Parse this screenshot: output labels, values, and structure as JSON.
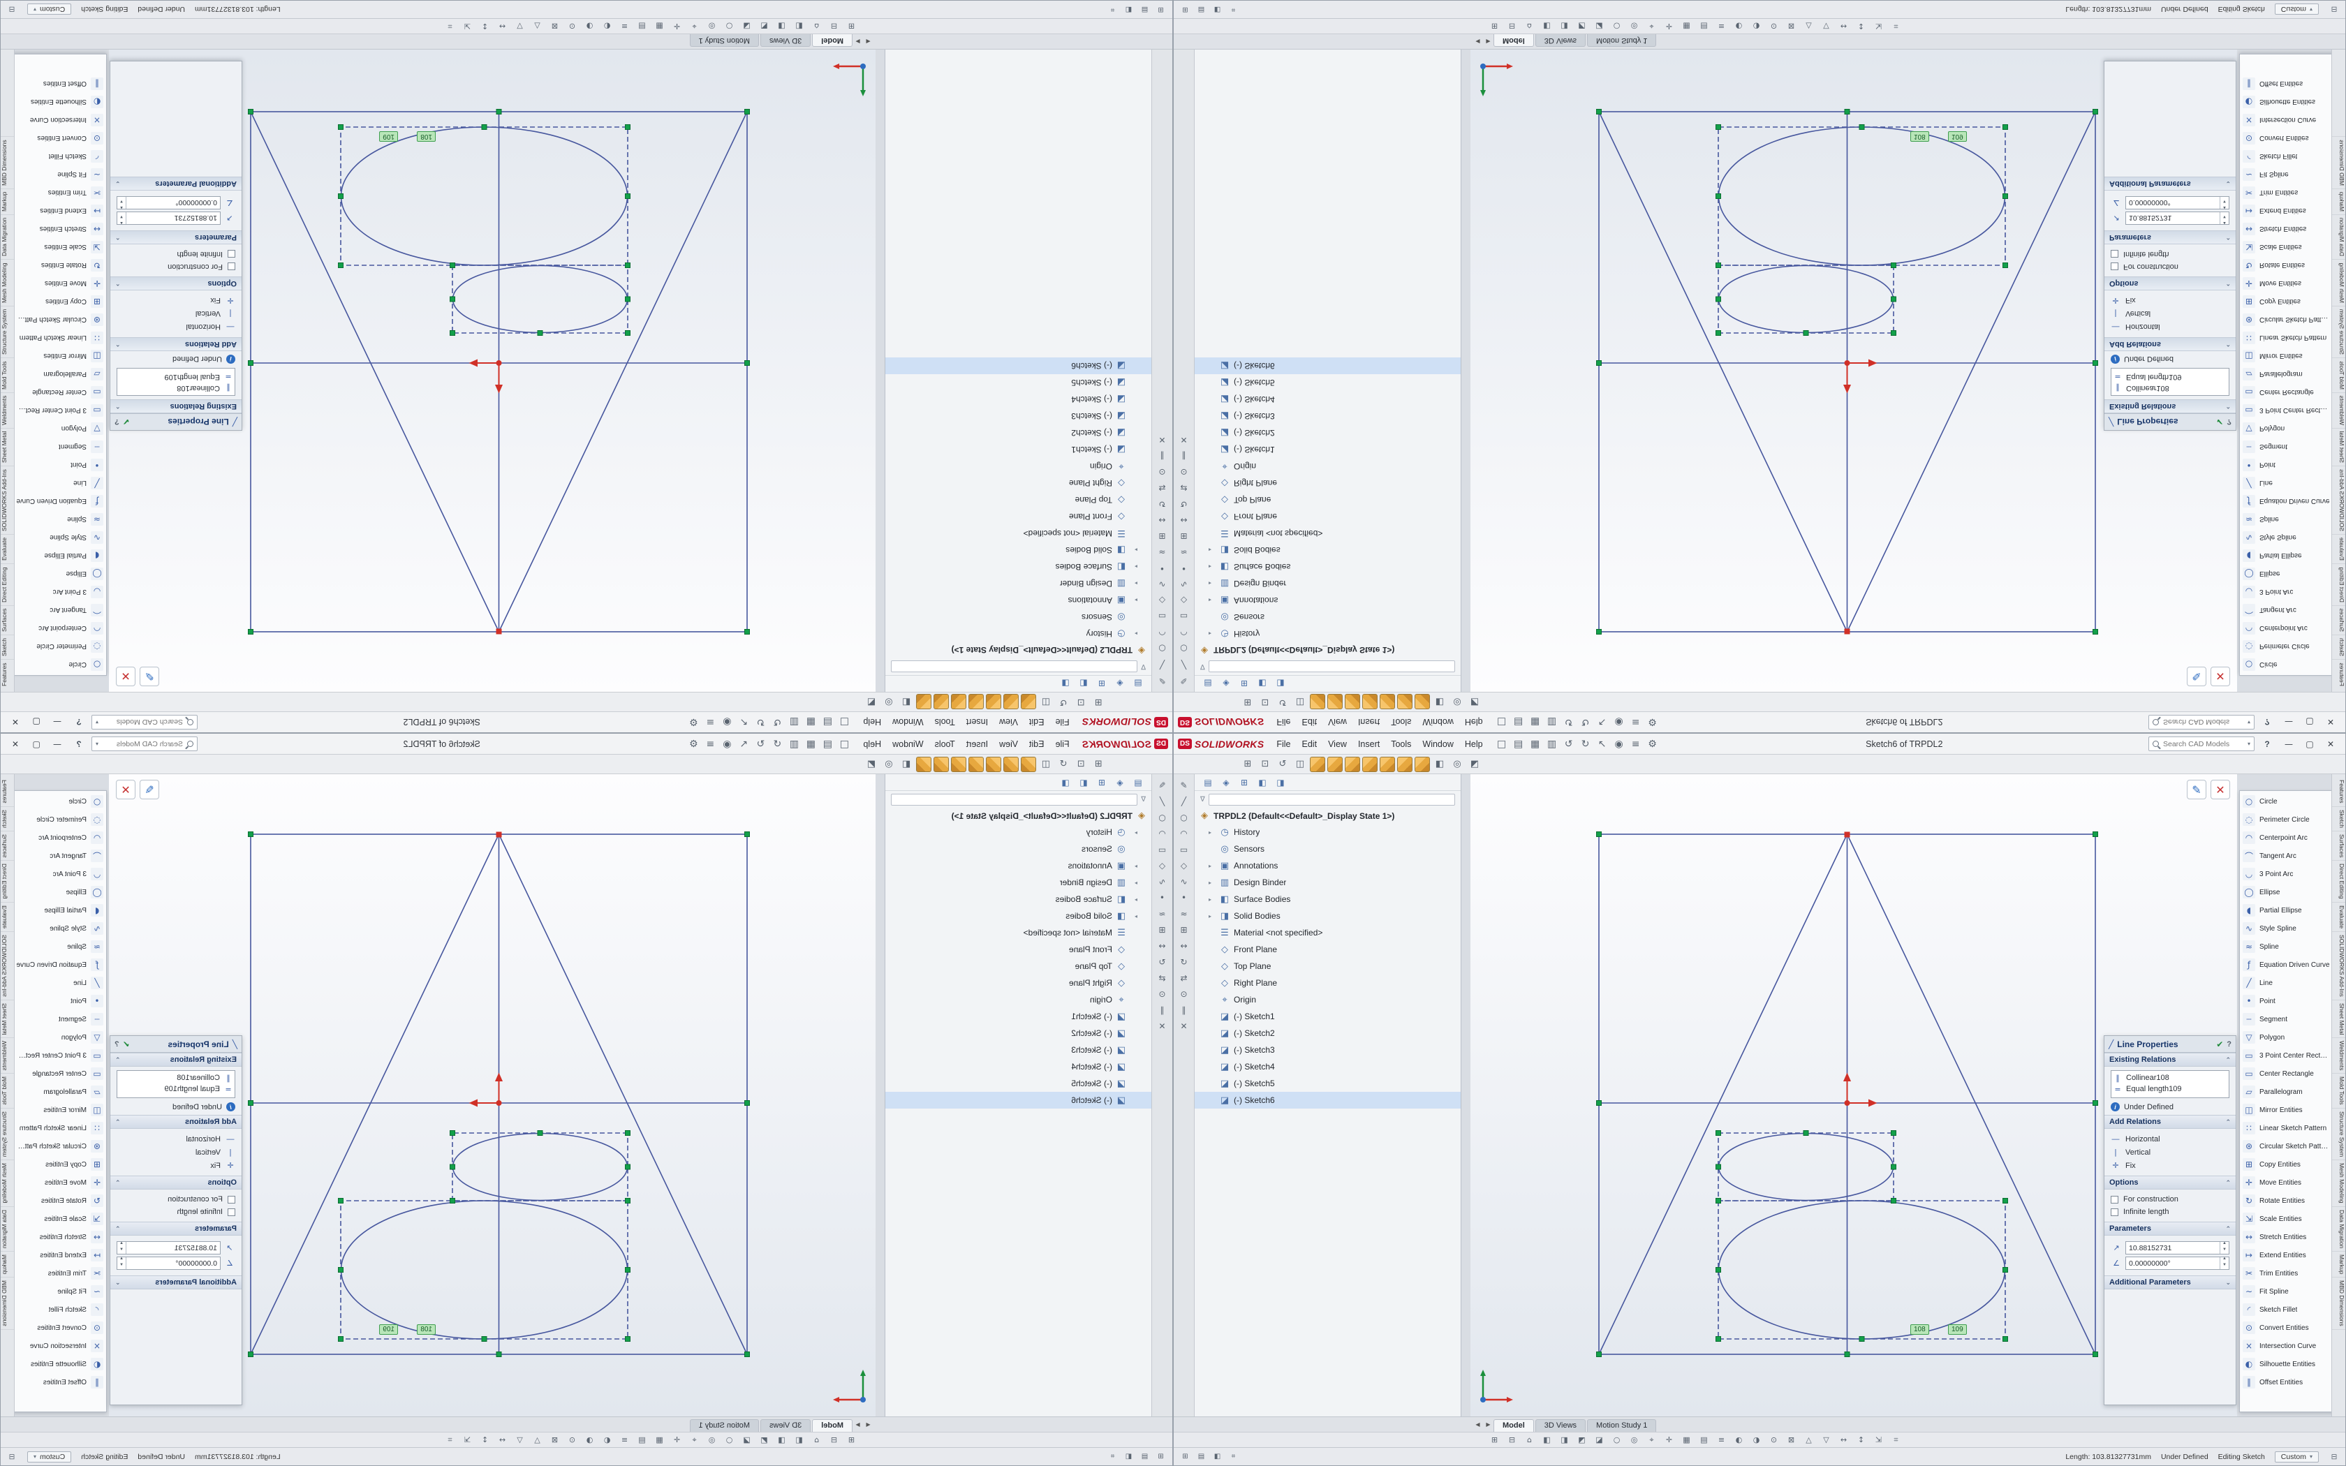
{
  "window": {
    "logo_mark": "DS",
    "logo_text": "SOLIDWORKS",
    "menus": [
      "File",
      "Edit",
      "View",
      "Insert",
      "Tools",
      "Window",
      "Help"
    ],
    "qat_icons": [
      {
        "name": "new-file-icon",
        "glyph": "□"
      },
      {
        "name": "open-file-icon",
        "glyph": "▤"
      },
      {
        "name": "save-icon",
        "glyph": "▦"
      },
      {
        "name": "print-icon",
        "glyph": "▥"
      },
      {
        "name": "undo-icon",
        "glyph": "↺"
      },
      {
        "name": "redo-icon",
        "glyph": "↻"
      },
      {
        "name": "select-icon",
        "glyph": "↖"
      },
      {
        "name": "rebuild-icon",
        "glyph": "◉"
      },
      {
        "name": "file-properties-icon",
        "glyph": "≡"
      },
      {
        "name": "options-icon",
        "glyph": "⚙"
      }
    ],
    "doc_title": "Sketch6 of TRPDL2",
    "search_placeholder": "Search CAD Models",
    "help_label": "?",
    "controls": [
      {
        "name": "minimize-button",
        "glyph": "—"
      },
      {
        "name": "maximize-button",
        "glyph": "▢"
      },
      {
        "name": "close-button",
        "glyph": "✕"
      }
    ]
  },
  "view_toolbar": {
    "icons": [
      {
        "name": "zoom-fit-icon",
        "glyph": "⊞"
      },
      {
        "name": "zoom-area-icon",
        "glyph": "⊡"
      },
      {
        "name": "previous-view-icon",
        "glyph": "↺"
      },
      {
        "name": "section-view-icon",
        "glyph": "◫"
      },
      {
        "name": "front-view-cube-icon",
        "glyph": "",
        "cls": "cube"
      },
      {
        "name": "back-view-cube-icon",
        "glyph": "",
        "cls": "cube"
      },
      {
        "name": "left-view-cube-icon",
        "glyph": "",
        "cls": "cube"
      },
      {
        "name": "right-view-cube-icon",
        "glyph": "",
        "cls": "cube"
      },
      {
        "name": "top-view-cube-icon",
        "glyph": "",
        "cls": "cube"
      },
      {
        "name": "bottom-view-cube-icon",
        "glyph": "",
        "cls": "cube"
      },
      {
        "name": "isometric-view-cube-icon",
        "glyph": "",
        "cls": "cube"
      },
      {
        "name": "display-style-icon",
        "glyph": "◧"
      },
      {
        "name": "hide-show-items-icon",
        "glyph": "◎"
      },
      {
        "name": "appearance-icon",
        "glyph": "◩"
      }
    ]
  },
  "left_toolbar": {
    "icons": [
      {
        "name": "sketch-icon",
        "glyph": "✎"
      },
      {
        "name": "line-icon",
        "glyph": "╱"
      },
      {
        "name": "circle-icon",
        "glyph": "○"
      },
      {
        "name": "arc-icon",
        "glyph": "◠"
      },
      {
        "name": "rectangle-icon",
        "glyph": "▭"
      },
      {
        "name": "polygon-icon",
        "glyph": "◇"
      },
      {
        "name": "spline-icon",
        "glyph": "∿"
      },
      {
        "name": "point-icon",
        "glyph": "•"
      },
      {
        "name": "fit-spline-icon",
        "glyph": "≈"
      },
      {
        "name": "copy-icon",
        "glyph": "⊞"
      },
      {
        "name": "stretch-icon",
        "glyph": "↔"
      },
      {
        "name": "rotate-icon",
        "glyph": "↻"
      },
      {
        "name": "swap-icon",
        "glyph": "⇄"
      },
      {
        "name": "convert-icon",
        "glyph": "⊙"
      },
      {
        "name": "offset-icon",
        "glyph": "∥"
      },
      {
        "name": "delete-icon",
        "glyph": "✕"
      }
    ]
  },
  "feature_tree": {
    "tabs": [
      {
        "name": "featuremanager-tab-icon",
        "glyph": "▤"
      },
      {
        "name": "propertymanager-tab-icon",
        "glyph": "◈"
      },
      {
        "name": "configurationmanager-tab-icon",
        "glyph": "⊞"
      },
      {
        "name": "dimxpertmanager-tab-icon",
        "glyph": "◧"
      },
      {
        "name": "displaymanager-tab-icon",
        "glyph": "◨"
      }
    ],
    "root": "TRPDL2 (Default<<Default>_Display State 1>)",
    "items": [
      {
        "arrow": "▸",
        "icon": "◷",
        "label": "History"
      },
      {
        "arrow": "",
        "icon": "◎",
        "label": "Sensors"
      },
      {
        "arrow": "▸",
        "icon": "▣",
        "label": "Annotations"
      },
      {
        "arrow": "▸",
        "icon": "▥",
        "label": "Design Binder"
      },
      {
        "arrow": "▸",
        "icon": "◧",
        "label": "Surface Bodies"
      },
      {
        "arrow": "▸",
        "icon": "◨",
        "label": "Solid Bodies"
      },
      {
        "arrow": "",
        "icon": "☰",
        "label": "Material <not specified>"
      },
      {
        "arrow": "",
        "icon": "◇",
        "label": "Front Plane"
      },
      {
        "arrow": "",
        "icon": "◇",
        "label": "Top Plane"
      },
      {
        "arrow": "",
        "icon": "◇",
        "label": "Right Plane"
      },
      {
        "arrow": "",
        "icon": "⌖",
        "label": "Origin"
      },
      {
        "arrow": "",
        "icon": "◪",
        "label": "(-) Sketch1"
      },
      {
        "arrow": "",
        "icon": "◪",
        "label": "(-) Sketch2"
      },
      {
        "arrow": "",
        "icon": "◪",
        "label": "(-) Sketch3"
      },
      {
        "arrow": "",
        "icon": "◪",
        "label": "(-) Sketch4"
      },
      {
        "arrow": "",
        "icon": "◪",
        "label": "(-) Sketch5"
      },
      {
        "arrow": "",
        "icon": "◪",
        "label": "(-) Sketch6",
        "cls": "active"
      }
    ]
  },
  "viewport": {
    "badges": [
      {
        "label": "108"
      },
      {
        "label": "109"
      }
    ],
    "confirm": [
      {
        "name": "exit-sketch-icon",
        "glyph": "✎"
      },
      {
        "name": "cancel-sketch-icon",
        "glyph": "✕"
      }
    ]
  },
  "line_properties": {
    "title": "Line Properties",
    "line_icon": "╱",
    "ok_icon": "✔",
    "help_icon": "?",
    "existing_relations": {
      "title": "Existing Relations",
      "items": [
        {
          "icon": "∥",
          "label": "Collinear108"
        },
        {
          "icon": "=",
          "label": "Equal length109"
        }
      ],
      "info_icon": "i",
      "status": "Under Defined"
    },
    "add_relations": {
      "title": "Add Relations",
      "items": [
        {
          "icon": "―",
          "label": "Horizontal"
        },
        {
          "icon": "|",
          "label": "Vertical"
        },
        {
          "icon": "✛",
          "label": "Fix"
        }
      ]
    },
    "options": {
      "title": "Options",
      "checkboxes": [
        {
          "label": "For construction"
        },
        {
          "label": "Infinite length"
        }
      ]
    },
    "parameters": {
      "title": "Parameters",
      "fields": [
        {
          "name": "length-parameter-field",
          "icon": "↗",
          "value": "10.88152731"
        },
        {
          "name": "angle-parameter-field",
          "icon": "∠",
          "value": "0.00000000°"
        }
      ]
    },
    "additional": {
      "title": "Additional Parameters"
    }
  },
  "sketch_tools": {
    "items": [
      {
        "icon": "○",
        "label": "Circle"
      },
      {
        "icon": "◌",
        "label": "Perimeter Circle"
      },
      {
        "icon": "◠",
        "label": "Centerpoint Arc"
      },
      {
        "icon": "⌒",
        "label": "Tangent Arc"
      },
      {
        "icon": "◡",
        "label": "3 Point Arc"
      },
      {
        "icon": "◯",
        "label": "Ellipse"
      },
      {
        "icon": "◖",
        "label": "Partial Ellipse"
      },
      {
        "icon": "∿",
        "label": "Style Spline"
      },
      {
        "icon": "≈",
        "label": "Spline"
      },
      {
        "icon": "ƒ",
        "label": "Equation Driven Curve"
      },
      {
        "icon": "╱",
        "label": "Line"
      },
      {
        "icon": "•",
        "label": "Point"
      },
      {
        "icon": "┄",
        "label": "Segment"
      },
      {
        "icon": "▽",
        "label": "Polygon"
      },
      {
        "icon": "▭",
        "label": "3 Point Center Rectangle"
      },
      {
        "icon": "▭",
        "label": "Center Rectangle"
      },
      {
        "icon": "▱",
        "label": "Parallelogram"
      },
      {
        "icon": "◫",
        "label": "Mirror Entities"
      },
      {
        "icon": "∷",
        "label": "Linear Sketch Pattern"
      },
      {
        "icon": "⊛",
        "label": "Circular Sketch Pattern"
      },
      {
        "icon": "⊞",
        "label": "Copy Entities"
      },
      {
        "icon": "✛",
        "label": "Move Entities"
      },
      {
        "icon": "↻",
        "label": "Rotate Entities"
      },
      {
        "icon": "⇲",
        "label": "Scale Entities"
      },
      {
        "icon": "↔",
        "label": "Stretch Entities"
      },
      {
        "icon": "↦",
        "label": "Extend Entities"
      },
      {
        "icon": "✂",
        "label": "Trim Entities"
      },
      {
        "icon": "∼",
        "label": "Fit Spline"
      },
      {
        "icon": "◜",
        "label": "Sketch Fillet"
      },
      {
        "icon": "⊙",
        "label": "Convert Entities"
      },
      {
        "icon": "×",
        "label": "Intersection Curve"
      },
      {
        "icon": "◐",
        "label": "Silhouette Entities"
      },
      {
        "icon": "∥",
        "label": "Offset Entities"
      }
    ]
  },
  "command_tabs": {
    "items": [
      {
        "label": "Features"
      },
      {
        "label": "Sketch"
      },
      {
        "label": "Surfaces"
      },
      {
        "label": "Direct Editing"
      },
      {
        "label": "Evaluate"
      },
      {
        "label": "SOLIDWORKS Add-Ins"
      },
      {
        "label": "Sheet Metal"
      },
      {
        "label": "Weldments"
      },
      {
        "label": "Mold Tools"
      },
      {
        "label": "Structure System"
      },
      {
        "label": "Mesh Modeling"
      },
      {
        "label": "Data Migration"
      },
      {
        "label": "Markup"
      },
      {
        "label": "MBD Dimensions"
      }
    ]
  },
  "model_tabs": {
    "nav": [
      {
        "glyph": "◀"
      },
      {
        "glyph": "▶"
      }
    ],
    "items": [
      {
        "label": "Model",
        "cls": "active"
      },
      {
        "label": "3D Views"
      },
      {
        "label": "Motion Study 1"
      }
    ]
  },
  "bottom_toolbar": {
    "icons": [
      {
        "glyph": "⊞"
      },
      {
        "glyph": "⊟"
      },
      {
        "glyph": "⌂"
      },
      {
        "glyph": "◧"
      },
      {
        "glyph": "◨"
      },
      {
        "glyph": "◩"
      },
      {
        "glyph": "◪"
      },
      {
        "glyph": "○"
      },
      {
        "glyph": "◎"
      },
      {
        "glyph": "⌖"
      },
      {
        "glyph": "✛"
      },
      {
        "glyph": "▦"
      },
      {
        "glyph": "▤"
      },
      {
        "glyph": "≡"
      },
      {
        "glyph": "◐"
      },
      {
        "glyph": "◑"
      },
      {
        "glyph": "⊙"
      },
      {
        "glyph": "⊠"
      },
      {
        "glyph": "△"
      },
      {
        "glyph": "▽"
      },
      {
        "glyph": "↔"
      },
      {
        "glyph": "↕"
      },
      {
        "glyph": "⇲"
      },
      {
        "glyph": "⌗"
      }
    ]
  },
  "status_bar": {
    "icons": [
      {
        "glyph": "⊞"
      },
      {
        "glyph": "▤"
      },
      {
        "glyph": "◧"
      },
      {
        "glyph": "⌗"
      }
    ],
    "length": "Length: 103.81327731mm",
    "state": "Under Defined",
    "mode": "Editing Sketch",
    "units": "Custom",
    "units_caret": "▾",
    "tack": "⊟"
  }
}
